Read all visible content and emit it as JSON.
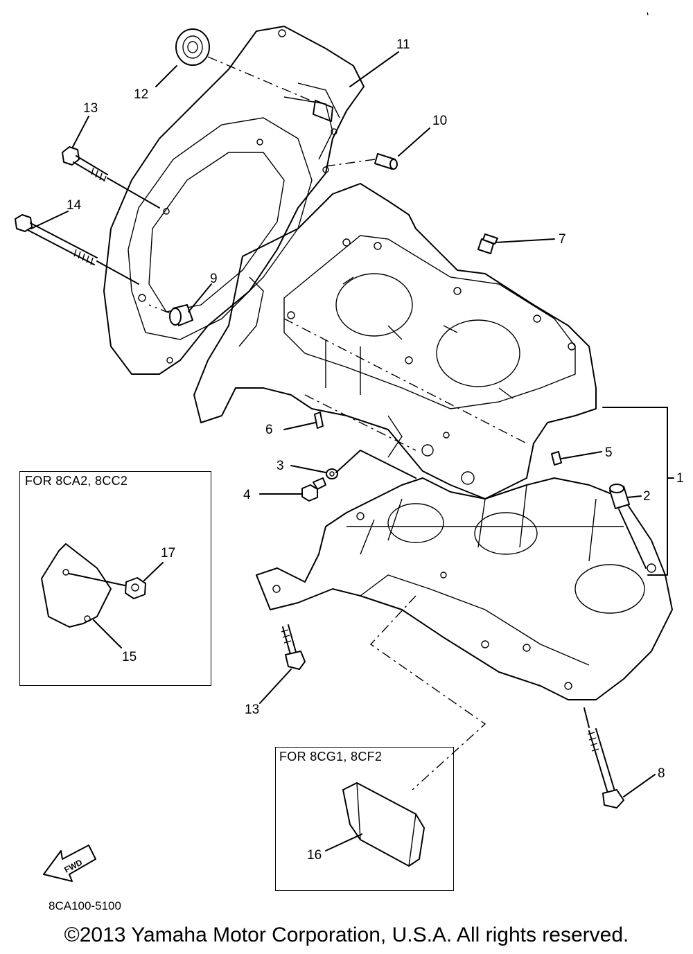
{
  "callouts": {
    "c1": "1",
    "c2": "2",
    "c3": "3",
    "c4": "4",
    "c5": "5",
    "c6": "6",
    "c7": "7",
    "c8": "8",
    "c9": "9",
    "c10": "10",
    "c11": "11",
    "c12": "12",
    "c13a": "13",
    "c13b": "13",
    "c14": "14",
    "c15": "15",
    "c16": "16",
    "c17": "17"
  },
  "inset_a": {
    "label": "FOR 8CA2, 8CC2"
  },
  "inset_b": {
    "label": "FOR 8CG1, 8CF2"
  },
  "fwd_arrow": {
    "text": "FWD"
  },
  "diagram_code": "8CA100-5100",
  "copyright": "©2013 Yamaha Motor Corporation, U.S.A. All rights reserved."
}
